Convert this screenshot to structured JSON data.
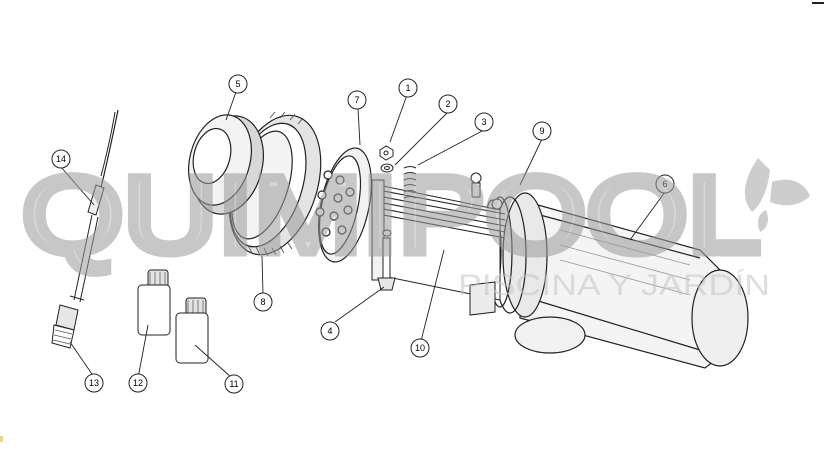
{
  "diagram": {
    "callouts": [
      {
        "id": "callout-1",
        "label": "1"
      },
      {
        "id": "callout-2",
        "label": "2"
      },
      {
        "id": "callout-3",
        "label": "3"
      },
      {
        "id": "callout-4",
        "label": "4"
      },
      {
        "id": "callout-5",
        "label": "5"
      },
      {
        "id": "callout-6",
        "label": "6"
      },
      {
        "id": "callout-7",
        "label": "7"
      },
      {
        "id": "callout-8",
        "label": "8"
      },
      {
        "id": "callout-9",
        "label": "9"
      },
      {
        "id": "callout-10",
        "label": "10"
      },
      {
        "id": "callout-11",
        "label": "11"
      },
      {
        "id": "callout-12",
        "label": "12"
      },
      {
        "id": "callout-13",
        "label": "13"
      },
      {
        "id": "callout-14",
        "label": "14"
      }
    ]
  },
  "watermark": {
    "brand": "QUIMIPOOL",
    "tagline": "PISCINA Y JARDÍN",
    "color": "#bdbdbd"
  },
  "colors": {
    "line": "#222222",
    "shade": "#d9d9d9",
    "shade_dark": "#a9a9a9"
  }
}
